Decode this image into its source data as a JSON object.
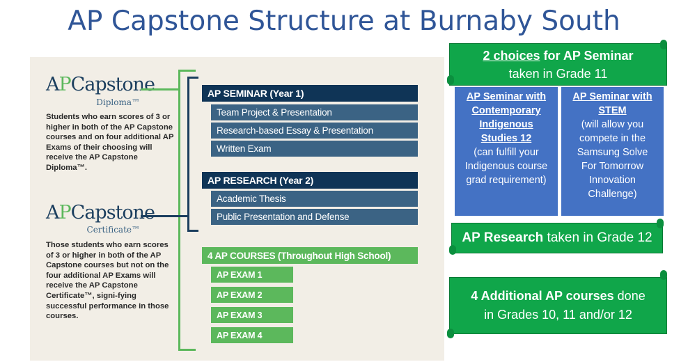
{
  "title": "AP Capstone Structure at Burnaby South",
  "left_panel": {
    "diploma": {
      "logo_ap": "AP",
      "logo_capstone": "Capstone",
      "logo_sub": "Diploma™",
      "description": "Students who earn scores of 3 or higher in both of the AP Capstone courses and on four additional AP Exams of their choosing will receive the AP Capstone Diploma™."
    },
    "certificate": {
      "logo_ap": "AP",
      "logo_capstone": "Capstone",
      "logo_sub": "Certificate™",
      "description": "Those students who earn scores of 3 or higher in both of the AP Capstone courses but not on the four additional AP Exams will receive the AP Capstone Certificate™, signi-fying successful performance in those courses."
    },
    "seminar": {
      "title": "AP SEMINAR (Year 1)",
      "items": [
        "Team Project & Presentation",
        "Research-based Essay & Presentation",
        "Written Exam"
      ]
    },
    "research": {
      "title": "AP RESEARCH (Year 2)",
      "items": [
        "Academic Thesis",
        "Public Presentation and Defense"
      ]
    },
    "courses": {
      "title": "4 AP COURSES (Throughout High School)",
      "items": [
        "AP EXAM 1",
        "AP EXAM 2",
        "AP EXAM 3",
        "AP EXAM 4"
      ]
    }
  },
  "right_panel": {
    "seminar_banner": {
      "bold": "2 choices",
      "rest": " for AP Seminar",
      "line2": "taken in Grade 11"
    },
    "option1": {
      "title_lines": [
        "AP Seminar with",
        "Contemporary",
        "Indigenous",
        "Studies 12"
      ],
      "body": "(can fulfill your Indigenous course grad requirement)"
    },
    "option2": {
      "title_lines": [
        "AP Seminar with",
        "STEM"
      ],
      "body": "(will allow you compete in the Samsung Solve For Tomorrow Innovation Challenge)"
    },
    "research_banner": {
      "bold": "AP Research",
      "rest": " taken in Grade 12"
    },
    "courses_banner": {
      "bold": "4 Additional AP courses",
      "rest": " done",
      "line2": "in Grades 10, 11 and/or 12"
    }
  },
  "colors": {
    "title": "#2f5597",
    "navy": "#0f3456",
    "steel": "#3b6384",
    "green": "#5cb85c",
    "scroll_green": "#10a64a",
    "blue": "#4472c4"
  }
}
